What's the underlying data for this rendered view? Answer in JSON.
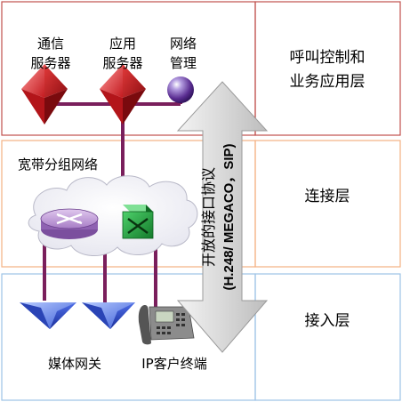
{
  "layers": {
    "top": {
      "label_line1": "呼叫控制和",
      "label_line2": "业务应用层",
      "border_color": "#c0504d"
    },
    "middle": {
      "title": "宽带分组网络",
      "label": "连接层",
      "border_color": "#f4b183"
    },
    "bottom": {
      "label": "接入层",
      "border_color": "#9dc3e6"
    }
  },
  "nodes": {
    "comm_server": {
      "line1": "通信",
      "line2": "服务器",
      "icon": "red-octahedron-icon"
    },
    "app_server": {
      "line1": "应用",
      "line2": "服务器",
      "icon": "red-octahedron-icon"
    },
    "network_mgmt": {
      "line1": "网络",
      "line2": "管理",
      "icon": "purple-sphere-icon"
    },
    "router": {
      "icon": "router-icon"
    },
    "switch": {
      "icon": "switch-icon"
    },
    "media_gateway": {
      "label": "媒体网关",
      "icon": "blue-pyramid-icon"
    },
    "ip_client": {
      "label": "IP客户终端",
      "icon": "ip-phone-icon"
    }
  },
  "protocol_arrow": {
    "line1": "开放的接口协议",
    "line2": "(H.248/ MEGACO，SIP)"
  },
  "colors": {
    "link": "#7a1f5c",
    "server_red": "#d9262b",
    "sphere": "#5a2d91",
    "pyramid": "#3a5bd6",
    "switch": "#1e9c3a",
    "arrow": "#dcdcdc"
  }
}
